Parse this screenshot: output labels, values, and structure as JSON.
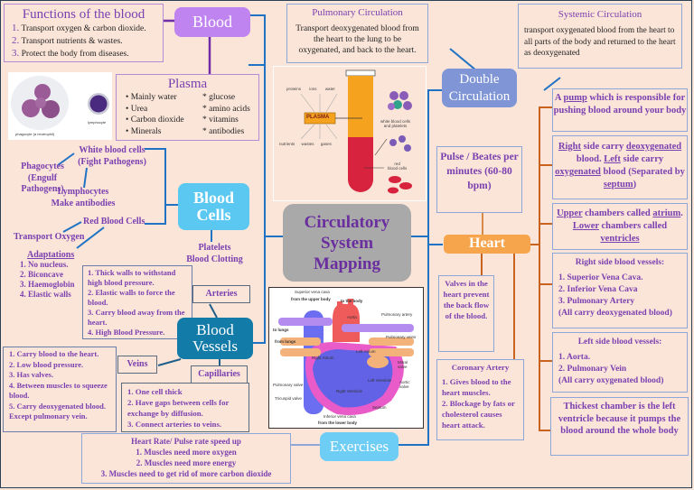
{
  "title": "Circulatory System Mapping",
  "colors": {
    "background": "#fbe5d8",
    "blood_node": "#c084f0",
    "blood_cells_node": "#5bc8f2",
    "blood_vessels_node": "#137ba8",
    "double_circulation_node": "#7f95d6",
    "heart_node": "#f7a54d",
    "exercises_node": "#6dcdf4",
    "center_node": "#a9a9a9",
    "text_purple": "#7a3fb0",
    "connector_blue": "#1f72c4",
    "connector_orange": "#c8621c",
    "connector_purple": "#6f2da8"
  },
  "nodes": {
    "blood": "Blood",
    "blood_cells": [
      "Blood",
      "Cells"
    ],
    "blood_vessels": [
      "Blood",
      "Vessels"
    ],
    "center": [
      "Circulatory",
      "System",
      "Mapping"
    ],
    "double_circulation": [
      "Double",
      "Circulation"
    ],
    "heart": "Heart",
    "exercises": "Exercises"
  },
  "functions": {
    "title": "Functions of the blood",
    "items": [
      {
        "num": "1.",
        "text": "Transport oxygen & carbon dioxide."
      },
      {
        "num": "2.",
        "text": "Transport nutrients & wastes."
      },
      {
        "num": "3.",
        "text": "Protect the body from diseases."
      }
    ]
  },
  "cell_image": {
    "caption_left": "phagocyte (a neutrophil)",
    "caption_right": "lymphocyte"
  },
  "plasma": {
    "title": "Plasma",
    "left": [
      "Mainly water",
      "Urea",
      "Carbon dioxide",
      "Minerals"
    ],
    "right": [
      "* glucose",
      "* amino acids",
      "* vitamins",
      "* antibodies"
    ]
  },
  "blood_cells": {
    "wbc": [
      "White blood cells",
      "(Fight Pathogens)"
    ],
    "phagocytes": [
      "Phagocytes",
      "(Engulf Pathogens)"
    ],
    "lymphocytes": [
      "Lymphocytes",
      "Make antibodies"
    ],
    "rbc": "Red Blood Cells",
    "transport": "Transport Oxygen",
    "adaptations_title": "Adaptations",
    "adaptations": [
      "1.  No nucleus.",
      "2.  Biconcave",
      "3.  Haemoglobin",
      "4.  Elastic walls"
    ],
    "platelets": [
      "Platelets",
      "Blood Clotting"
    ]
  },
  "vessels": {
    "arteries_label": "Arteries",
    "arteries_facts": [
      "1.  Thick walls to withstand high blood pressure.",
      "2.  Elastic walls to force the blood.",
      "3.  Carry blood away from the heart.",
      "4.  High Blood Pressure."
    ],
    "veins_label": "Veins",
    "veins_facts": [
      "1.  Carry blood to the heart.",
      "2.  Low blood pressure.",
      "3.  Has valves.",
      "4.  Between muscles to squeeze blood.",
      "5.  Carry deoxygenated blood. Except pulmonary vein."
    ],
    "capillaries_label": "Capillaries",
    "capillaries_facts": [
      "1.  One cell thick",
      "2.  Have gaps between cells for exchange by diffusion.",
      "3.  Connect arteries to veins."
    ]
  },
  "exercise": {
    "title": "Heart Rate/ Pulse rate speed up",
    "items": [
      "1.   Muscles need more oxygen",
      "2.   Muscles need more energy",
      "3.   Muscles need to get rid of more carbon dioxide"
    ]
  },
  "pulmonary": {
    "title": "Pulmonary Circulation",
    "text": "Transport deoxygenated blood from the heart to the lung to be oxygenated, and back to the heart."
  },
  "systemic": {
    "title": "Systemic Circulation",
    "text": "transport oxygenated blood from the heart to all parts of the body and returned to the heart as deoxygenated"
  },
  "tube_diagram": {
    "plasma_label": "PLASMA",
    "top_labels": [
      "proteins",
      "ions",
      "water"
    ],
    "bottom_labels": [
      "nutrients",
      "wastes",
      "gases"
    ],
    "wbc_label": [
      "white blood cells",
      "and platelets"
    ],
    "rbc_label": [
      "red",
      "blood cells"
    ]
  },
  "heart_diagram": {
    "labels": {
      "svc": "Superior vena cava",
      "from_upper": "from the upper body",
      "to_body": "to the body",
      "aorta": "Aorta",
      "pulm_artery": "Pulmonary artery",
      "to_lungs": "to lungs",
      "from_lungs": "from lungs",
      "pulm_vein": "Pulmonary veins",
      "left_atrium": "Left Atrium",
      "right_atrium": "Right Atrium",
      "mitral": "Mitral valve",
      "pulm_valve": "Pulmonary valve",
      "aortic": "Aortic valve",
      "tricuspid": "Tricuspid valve",
      "left_ventricle": "Left Ventricle",
      "right_ventricle": "Right Ventricle",
      "septum": "Septum",
      "ivc": "Inferior vena cava",
      "from_lower": "from the lower body"
    }
  },
  "heart": {
    "pulse": "Pulse / Beates per minutes (60-80 bpm)",
    "valves": "Valves in the heart prevent the back flow of the blood.",
    "coronary_title": "Coronary Artery",
    "coronary_items": [
      "1.  Gives blood to the heart muscles.",
      "2.  Blockage by fats or cholesterol causes heart attack."
    ],
    "pump": {
      "pre": "A ",
      "u": "pump",
      "post": " which is responsible for pushing blood around your body"
    },
    "sides": {
      "right": "Right",
      "right_rest": " side carry ",
      "deoxy": "deoxygenated",
      "deoxy_rest": " blood.",
      "left": "Left",
      "left_rest": " side carry ",
      "oxy": "oxygenated",
      "oxy_rest": " blood (Separated by ",
      "septum": "septum",
      "end": ")"
    },
    "chambers": {
      "upper": "Upper",
      "upper_rest": " chambers called ",
      "atrium": "atrium",
      "dot": ". ",
      "lower": "Lower",
      "lower_rest": " chambers called ",
      "ventricles": "ventricles"
    },
    "right_vessels": {
      "title": "Right side blood vessels:",
      "items": [
        "1.  Superior Vena Cava.",
        "2.  Inferior Vena Cava",
        "3.  Pulmonary Artery",
        "(All carry deoxygenated blood)"
      ]
    },
    "left_vessels": {
      "title": "Left side blood vessels:",
      "items": [
        "1.  Aorta.",
        "2.  Pulmonary Vein",
        "(All carry oxygenated blood)"
      ]
    },
    "thickest": "Thickest chamber is the left ventricle because it pumps the blood around the whole body"
  }
}
